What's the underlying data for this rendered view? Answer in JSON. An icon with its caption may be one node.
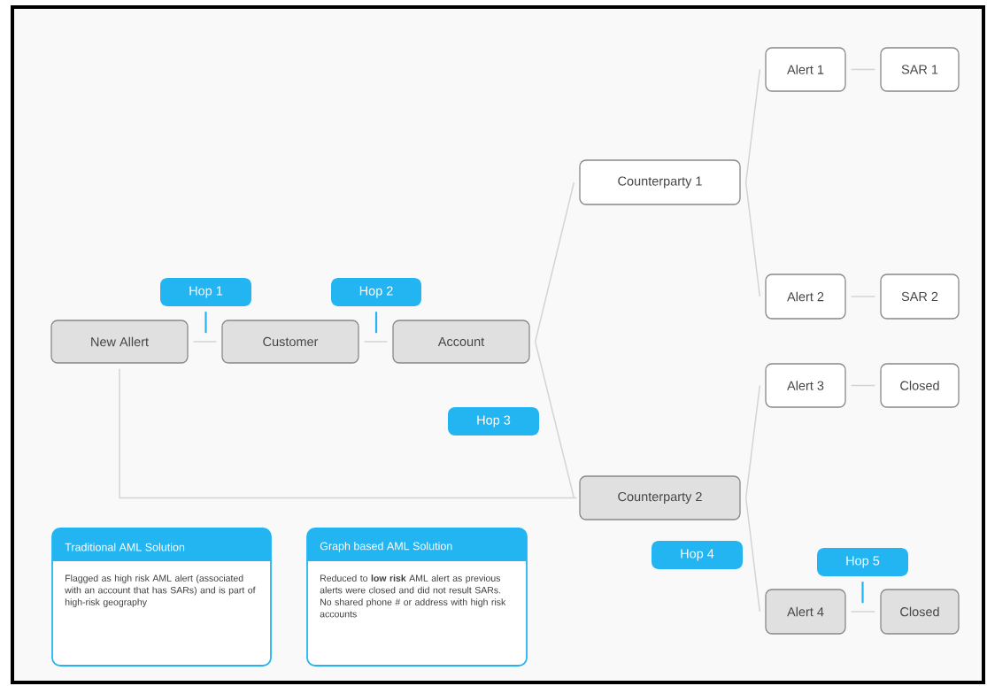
{
  "diagram": {
    "nodes": [
      {
        "text": [
          "New Allert"
        ]
      },
      {
        "text": [
          "Customer"
        ]
      },
      {
        "text": [
          "Account"
        ]
      },
      {
        "text": [
          "Counterparty 1"
        ]
      },
      {
        "text": [
          "Counterparty 2"
        ]
      },
      {
        "text": [
          "Alert 1"
        ]
      },
      {
        "text": [
          "SAR 1"
        ]
      },
      {
        "text": [
          "Alert 2"
        ]
      },
      {
        "text": [
          "SAR 2"
        ]
      },
      {
        "text": [
          "Alert 3"
        ]
      },
      {
        "text": [
          "Closed"
        ]
      },
      {
        "text": [
          "Alert 4"
        ]
      },
      {
        "text": [
          "Closed"
        ]
      },
      {
        "text": [
          "Hop 1"
        ]
      },
      {
        "text": [
          "Hop 2"
        ]
      },
      {
        "text": [
          "Hop 3"
        ]
      },
      {
        "text": [
          "Hop 4"
        ]
      },
      {
        "text": [
          "Hop 5"
        ]
      },
      {
        "text": [
          "Traditional AML Solution",
          "Flagged as high risk AML alert (associated with an account that has SARs) and is part of high-risk geography"
        ]
      },
      {
        "text": [
          "Graph based AML Solution",
          "Reduced to **low risk** AML alert as previous alerts were closed and did not result SARs. No shared phone # or address with high risk accounts"
        ]
      }
    ],
    "edges": [
      {
        "from": 0,
        "to": 1,
        "arrow": "none"
      },
      {
        "from": 1,
        "to": 2,
        "arrow": "none"
      },
      {
        "from": 2,
        "to": 3,
        "arrow": "none"
      },
      {
        "from": 2,
        "to": 4,
        "arrow": "none"
      },
      {
        "from": 0,
        "to": 4,
        "arrow": "none"
      },
      {
        "from": 3,
        "to": 5,
        "arrow": "none"
      },
      {
        "from": 3,
        "to": 7,
        "arrow": "none"
      },
      {
        "from": 4,
        "to": 9,
        "arrow": "none"
      },
      {
        "from": 4,
        "to": 11,
        "arrow": "none"
      },
      {
        "from": 5,
        "to": 6,
        "arrow": "none"
      },
      {
        "from": 7,
        "to": 8,
        "arrow": "none"
      },
      {
        "from": 9,
        "to": 10,
        "arrow": "none"
      },
      {
        "from": 11,
        "to": 12,
        "arrow": "none"
      },
      {
        "from": 13,
        "to": null,
        "arrow": "none",
        "color": "#22b5f2"
      },
      {
        "from": 14,
        "to": null,
        "arrow": "none",
        "color": "#22b5f2"
      },
      {
        "from": 17,
        "to": null,
        "arrow": "none",
        "color": "#22b5f2"
      }
    ]
  }
}
